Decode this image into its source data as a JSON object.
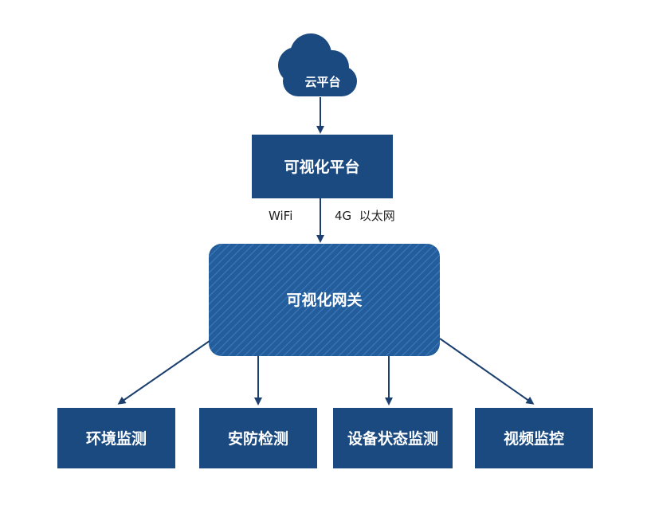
{
  "nodes": {
    "cloud": {
      "label": "云平台"
    },
    "platform": {
      "label": "可视化平台"
    },
    "gateway": {
      "label": "可视化网关"
    },
    "env": {
      "label": "环境监测"
    },
    "security": {
      "label": "安防检测"
    },
    "device": {
      "label": "设备状态监测"
    },
    "video": {
      "label": "视频监控"
    }
  },
  "connection_labels": {
    "wifi": "WiFi",
    "cellular_ethernet": "4G  以太网"
  },
  "colors": {
    "primary": "#1b4a80",
    "gateway_fill": "#245d9c",
    "gateway_stripe": "#3a76b6",
    "edge": "#1b3f6e"
  }
}
